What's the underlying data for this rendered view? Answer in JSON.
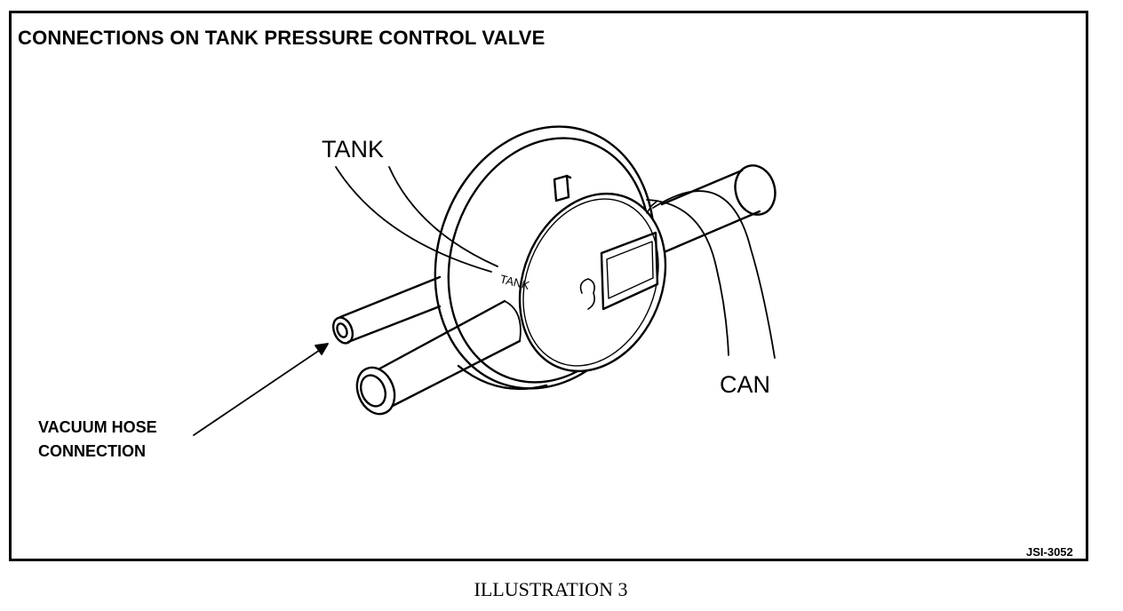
{
  "title": "CONNECTIONS ON  TANK PRESSURE CONTROL VALVE",
  "labels": {
    "tank_callout": "TANK",
    "tank_embossed": "TANK",
    "can_callout": "CAN",
    "vacuum_line1": "VACUUM HOSE",
    "vacuum_line2": "CONNECTION",
    "figure_code": "JSI-3052"
  },
  "caption": "ILLUSTRATION 3"
}
